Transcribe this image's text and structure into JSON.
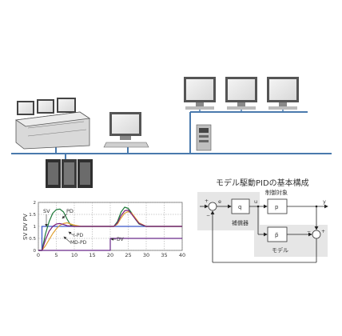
{
  "network": {
    "line_color": "#4a7aad"
  },
  "pid_title": "モデル駆動PIDの基本構成",
  "block_diagram": {
    "sum_plus": "+",
    "sum_minus": "−",
    "e_label": "e",
    "u_label": "u",
    "y_label": "y",
    "plant_header": "制御対象",
    "plant_block": "p",
    "compensator_block": "q",
    "compensator_label": "補償器",
    "model_block": "p̃",
    "model_label": "モデル",
    "sum2_plus": "+",
    "sum2_minus": "−",
    "shade_color": "#e6e6e6"
  },
  "response_chart": {
    "ylabel": "SV DV PV",
    "annotations": {
      "sv": "SV",
      "pd": "PD",
      "ipd": "I-PD",
      "mdpd": "MD-PD",
      "dv": "DV"
    },
    "series_colors": {
      "sv": "#3a55c8",
      "pd": "#1e7a3a",
      "ipd": "#e0a030",
      "mdpd": "#7a1e7a",
      "dv": "#6a2a8a"
    }
  },
  "chart_data": {
    "type": "line",
    "x_ticks": [
      "0",
      "5",
      "10",
      "15",
      "20",
      "25",
      "30",
      "35",
      "40"
    ],
    "y_ticks": [
      "0",
      "0.5",
      "1",
      "1.5",
      "2"
    ],
    "xlim": [
      0,
      40
    ],
    "ylim": [
      0,
      2
    ],
    "grid": true,
    "series": [
      {
        "name": "SV",
        "x": [
          0,
          1,
          1,
          40
        ],
        "y": [
          0,
          0,
          1,
          1
        ]
      },
      {
        "name": "PD",
        "x": [
          0,
          1,
          2,
          3,
          4,
          5,
          6,
          7,
          8,
          9,
          10,
          11,
          12,
          20,
          21,
          22,
          23,
          24,
          25,
          26,
          27,
          28,
          30,
          40
        ],
        "y": [
          0,
          0,
          0.7,
          1.2,
          1.55,
          1.7,
          1.72,
          1.6,
          1.3,
          1.05,
          1.0,
          1.0,
          1.0,
          1.0,
          1.0,
          1.2,
          1.6,
          1.8,
          1.75,
          1.55,
          1.3,
          1.1,
          1.0,
          1.0
        ]
      },
      {
        "name": "I-PD",
        "x": [
          0,
          1,
          2,
          3,
          4,
          5,
          6,
          7,
          8,
          9,
          10,
          12,
          20,
          21,
          22,
          23,
          24,
          25,
          26,
          27,
          28,
          30,
          40
        ],
        "y": [
          0,
          0,
          0.2,
          0.45,
          0.7,
          0.9,
          1.05,
          1.12,
          1.15,
          1.1,
          1.05,
          1.0,
          1.0,
          1.0,
          1.1,
          1.35,
          1.55,
          1.62,
          1.55,
          1.35,
          1.15,
          1.0,
          1.0
        ]
      },
      {
        "name": "MD-PD",
        "x": [
          0,
          1,
          2,
          3,
          4,
          5,
          6,
          7,
          8,
          10,
          12,
          20,
          21,
          22,
          23,
          24,
          25,
          26,
          27,
          28,
          30,
          40
        ],
        "y": [
          0,
          0,
          0.45,
          0.8,
          1.0,
          1.1,
          1.12,
          1.08,
          1.03,
          1.0,
          1.0,
          1.0,
          1.0,
          1.15,
          1.45,
          1.65,
          1.68,
          1.5,
          1.3,
          1.12,
          1.0,
          1.0
        ]
      },
      {
        "name": "DV",
        "x": [
          0,
          20,
          20,
          40
        ],
        "y": [
          0,
          0,
          0.5,
          0.5
        ]
      }
    ]
  }
}
